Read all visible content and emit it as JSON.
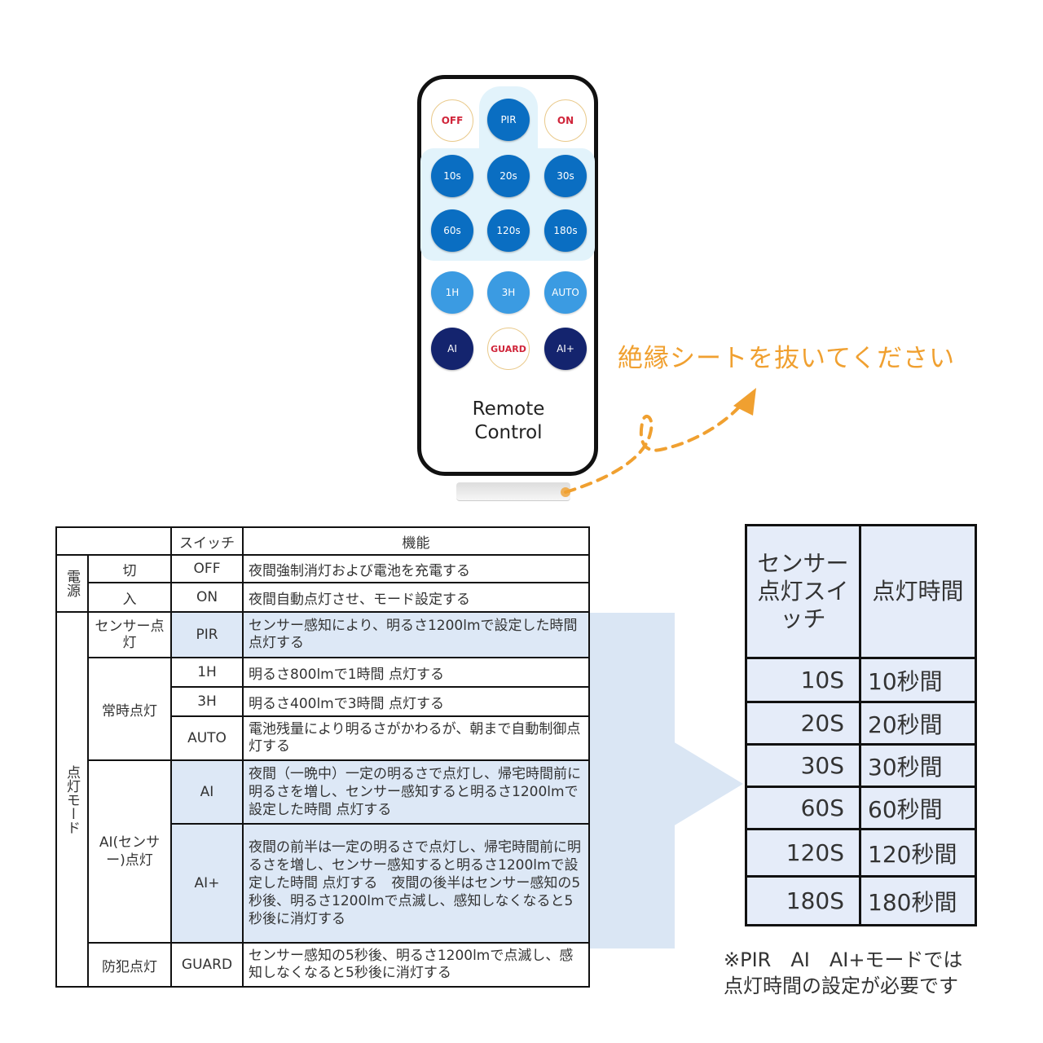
{
  "remote": {
    "label_line1": "Remote",
    "label_line2": "Control",
    "buttons": {
      "off": "OFF",
      "pir": "PIR",
      "on": "ON",
      "s10": "10s",
      "s20": "20s",
      "s30": "30s",
      "s60": "60s",
      "s120": "120s",
      "s180": "180s",
      "h1": "1H",
      "h3": "3H",
      "auto": "AUTO",
      "ai": "AI",
      "guard": "GUARD",
      "aiplus": "AI+"
    },
    "colors": {
      "outline_text": "#d0253a",
      "blue": "#0a6ec2",
      "light_blue": "#3b9be2",
      "navy": "#14246e"
    }
  },
  "notice": {
    "text": "絶縁シートを抜いてください",
    "color": "#f0a030"
  },
  "main_table": {
    "headers": {
      "switch": "スイッチ",
      "function": "機能"
    },
    "groups": {
      "power": "電源",
      "mode": "点灯モード"
    },
    "rows": [
      {
        "category": "切",
        "switch": "OFF",
        "function": "夜間強制消灯および電池を充電する"
      },
      {
        "category": "入",
        "switch": "ON",
        "function": "夜間自動点灯させ、モード設定する"
      },
      {
        "category": "センサー点灯",
        "switch": "PIR",
        "function": "センサー感知により、明るさ1200lmで設定した時間 点灯する"
      },
      {
        "category": "常時点灯",
        "switch": "1H",
        "function": "明るさ800lmで1時間 点灯する"
      },
      {
        "category": "",
        "switch": "3H",
        "function": "明るさ400lmで3時間 点灯する"
      },
      {
        "category": "",
        "switch": "AUTO",
        "function": "電池残量により明るさがかわるが、朝まで自動制御点灯する"
      },
      {
        "category": "AI(センサー)点灯",
        "switch": "AI",
        "function": "夜間（一晩中）一定の明るさで点灯し、帰宅時間前に明るさを増し、センサー感知すると明るさ1200lmで設定した時間 点灯する"
      },
      {
        "category": "",
        "switch": "AI+",
        "function": "夜間の前半は一定の明るさで点灯し、帰宅時間前に明るさを増し、センサー感知すると明るさ1200lmで設定した時間 点灯する　夜間の後半はセンサー感知の5秒後、明るさ1200lmで点滅し、感知しなくなると5秒後に消灯する"
      },
      {
        "category": "防犯点灯",
        "switch": "GUARD",
        "function": "センサー感知の5秒後、明るさ1200lmで点滅し、感知しなくなると5秒後に消灯する"
      }
    ],
    "highlight_color": "#dde8f6"
  },
  "timer_table": {
    "header_switch": "センサー点灯スイッチ",
    "header_time": "点灯時間",
    "rows": [
      {
        "switch": "10S",
        "time": "10秒間"
      },
      {
        "switch": "20S",
        "time": "20秒間"
      },
      {
        "switch": "30S",
        "time": "30秒間"
      },
      {
        "switch": "60S",
        "time": "60秒間"
      },
      {
        "switch": "120S",
        "time": "120秒間"
      },
      {
        "switch": "180S",
        "time": "180秒間"
      }
    ]
  },
  "footnote": {
    "line1": "※PIR　AI　AI+モードでは",
    "line2": "点灯時間の設定が必要です"
  }
}
